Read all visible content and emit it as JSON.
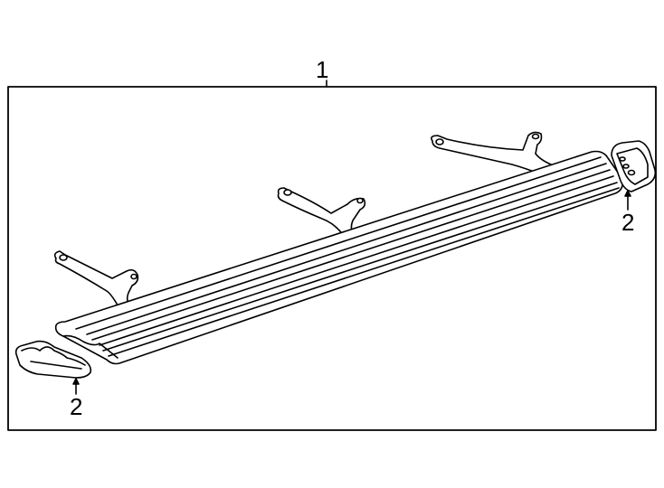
{
  "diagram": {
    "type": "parts-diagram",
    "subject": "running board assembly",
    "callouts": [
      {
        "id": "1",
        "label": "1",
        "target": "running board assembly (frame)"
      },
      {
        "id": "2a",
        "label": "2",
        "target": "rear end cap"
      },
      {
        "id": "2b",
        "label": "2",
        "target": "front end cap"
      }
    ],
    "colors": {
      "line": "#000000",
      "background": "#ffffff"
    }
  }
}
